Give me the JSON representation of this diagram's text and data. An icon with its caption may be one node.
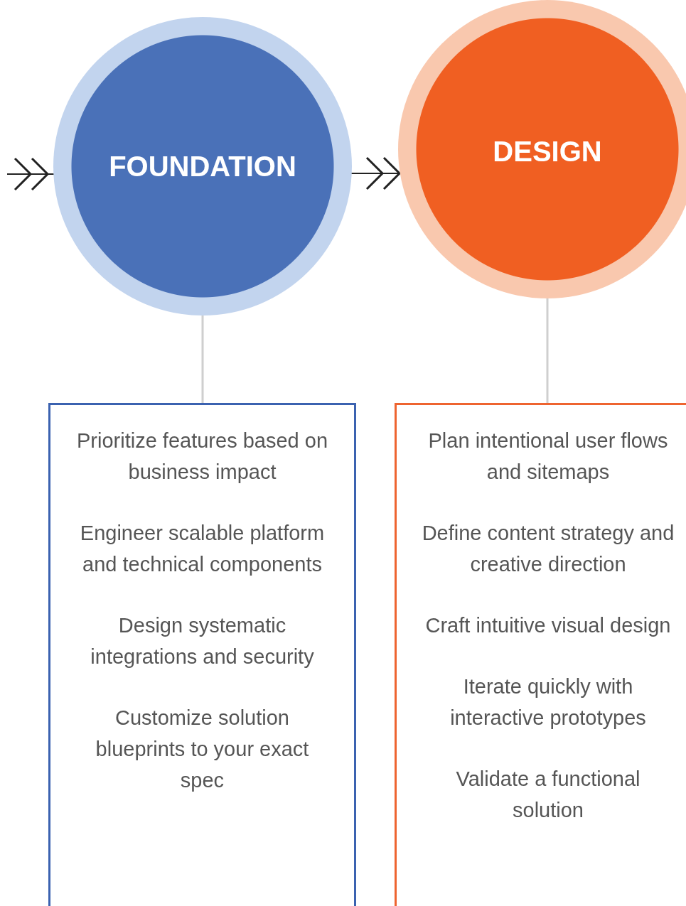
{
  "diagram": {
    "nodes": [
      {
        "text": [
          "FOUNDATION"
        ]
      },
      {
        "text": [
          "DESIGN"
        ]
      },
      {
        "text": [
          "Prioritize features based on business impact",
          "Engineer scalable platform and technical components",
          "Design systematic integrations and security",
          "Customize solution blueprints to your exact spec"
        ]
      },
      {
        "text": [
          "Plan intentional user flows and sitemaps",
          "Define content strategy and creative direction",
          "Craft intuitive visual design",
          "Iterate quickly with interactive prototypes",
          "Validate a functional solution"
        ]
      }
    ],
    "edges": [
      {
        "from": null,
        "to": 0,
        "arrow": "to"
      },
      {
        "from": 0,
        "to": 1,
        "arrow": "to"
      },
      {
        "from": 0,
        "to": 2,
        "arrow": "none",
        "color": "#cfcfcf"
      },
      {
        "from": 1,
        "to": 3,
        "arrow": "none",
        "color": "#cfcfcf"
      }
    ]
  }
}
